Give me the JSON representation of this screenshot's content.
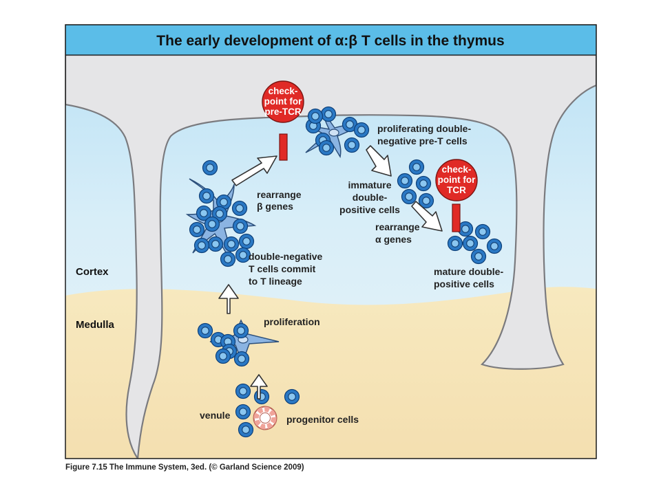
{
  "title": {
    "before": "The early development of ",
    "alpha": "α",
    "colon": ":",
    "beta": "β",
    "after": " T cells in the thymus"
  },
  "regions": {
    "cortex": "Cortex",
    "medulla": "Medulla"
  },
  "checkpoints": {
    "pre_tcr": [
      "check-",
      "point for",
      "pre-TCR"
    ],
    "tcr": [
      "check-",
      "point for",
      "TCR"
    ]
  },
  "labels": {
    "proliferating": [
      "proliferating double-",
      "negative pre-T cells"
    ],
    "rearrange_beta": {
      "line1": "rearrange",
      "greek": "β",
      "rest": " genes"
    },
    "immature": [
      "immature",
      "double-",
      "positive cells"
    ],
    "rearrange_alpha": {
      "line1": "rearrange",
      "greek": "α",
      "rest": " genes"
    },
    "double_negative": [
      "double-negative",
      "T cells commit",
      "to T lineage"
    ],
    "mature": [
      "mature double-",
      "positive cells"
    ],
    "proliferation": "proliferation",
    "venule": "venule",
    "progenitor": "progenitor cells"
  },
  "caption": "Figure 7.15 The Immune System, 3ed. (© Garland Science 2009)",
  "colors": {
    "title_bar": "#5bbde8",
    "cortex": "#c9e8f7",
    "medulla": "#f6e4b8",
    "tissue": "#e4e4e6",
    "cell_fill": "#2a78c4",
    "cell_nucleus": "#7fc0ee",
    "stromal": "#8bb4e2",
    "checkpoint": "#e02a26",
    "venule": "#f0a49a"
  }
}
